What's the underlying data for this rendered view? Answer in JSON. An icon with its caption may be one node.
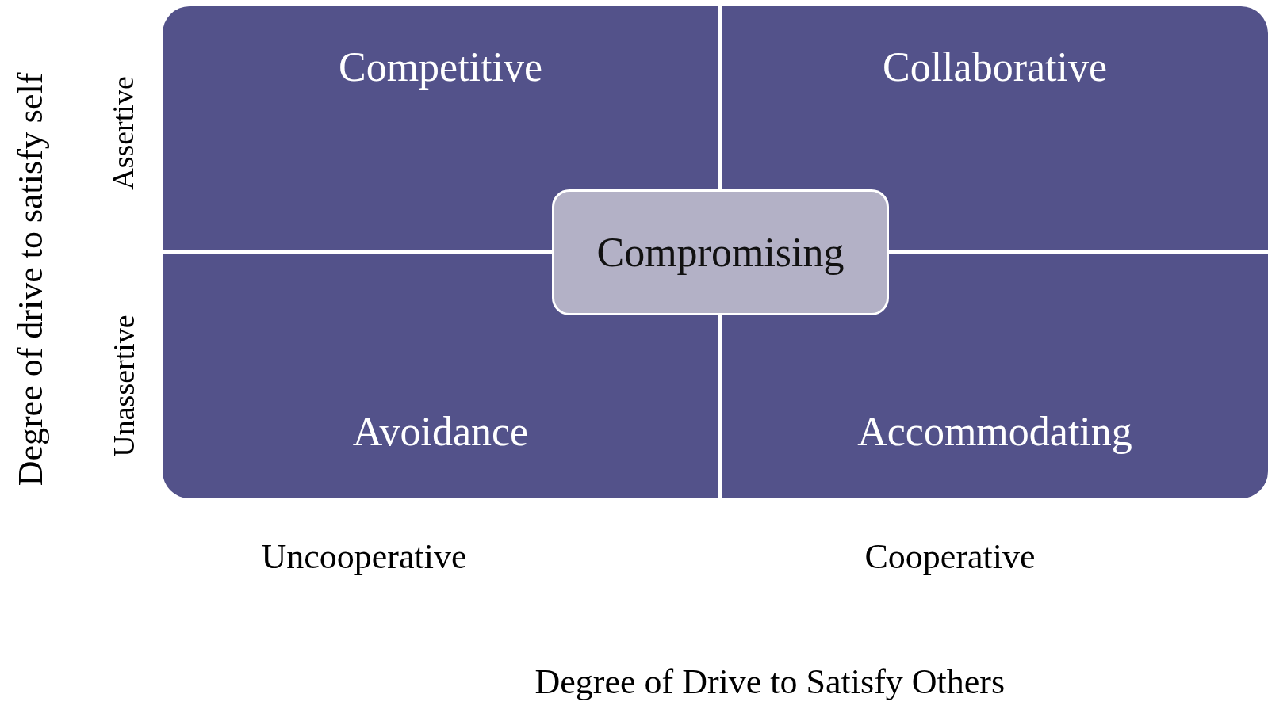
{
  "diagram": {
    "nodes": [
      {
        "text": [
          "Competitive"
        ]
      },
      {
        "text": [
          "Collaborative"
        ]
      },
      {
        "text": [
          "Avoidance"
        ]
      },
      {
        "text": [
          "Accommodating"
        ]
      },
      {
        "text": [
          "Compromising"
        ]
      }
    ],
    "labels": [
      "Degree of drive to satisfy self",
      "Assertive",
      "Unassertive",
      "Uncooperative",
      "Cooperative",
      "Degree of Drive to Satisfy Others"
    ]
  }
}
